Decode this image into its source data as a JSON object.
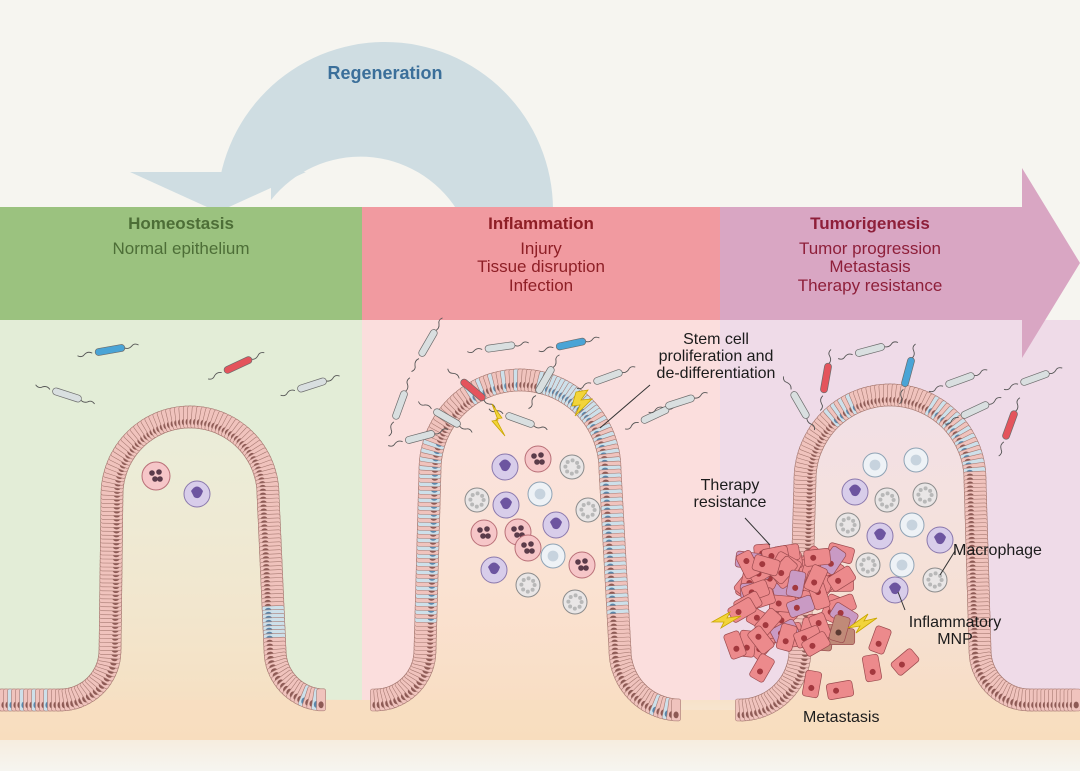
{
  "top_arrow": {
    "label": "Regeneration"
  },
  "stages": [
    {
      "title": "Homeostasis",
      "lines": [
        "Normal epithelium"
      ]
    },
    {
      "title": "Inflammation",
      "lines": [
        "Injury",
        "Tissue disruption",
        "Infection"
      ]
    },
    {
      "title": "Tumorigenesis",
      "lines": [
        "Tumor progression",
        "Metastasis",
        "Therapy resistance"
      ]
    }
  ],
  "annotations": {
    "stem_cell": [
      "Stem cell",
      "proliferation and",
      "de-differentiation"
    ],
    "therapy": [
      "Therapy",
      "resistance"
    ],
    "macrophage": "Macrophage",
    "mnp": [
      "Inflammatory",
      "MNP"
    ],
    "metastasis": "Metastasis"
  },
  "colors": {
    "homeostasis_header": "#9bc27f",
    "homeostasis_bg": "#e3edd7",
    "inflammation_header": "#f19aa0",
    "inflammation_bg": "#fbdedd",
    "tumorigenesis_header": "#d9a6c3",
    "tumorigenesis_bg": "#efdbe8",
    "regeneration_arrow": "#cfdde2",
    "regeneration_text": "#3b6f9a",
    "epithelial_cell": "#f0c3bd",
    "stem_cell": "#cde0ea",
    "tumor_cell": "#ec8a8c"
  }
}
